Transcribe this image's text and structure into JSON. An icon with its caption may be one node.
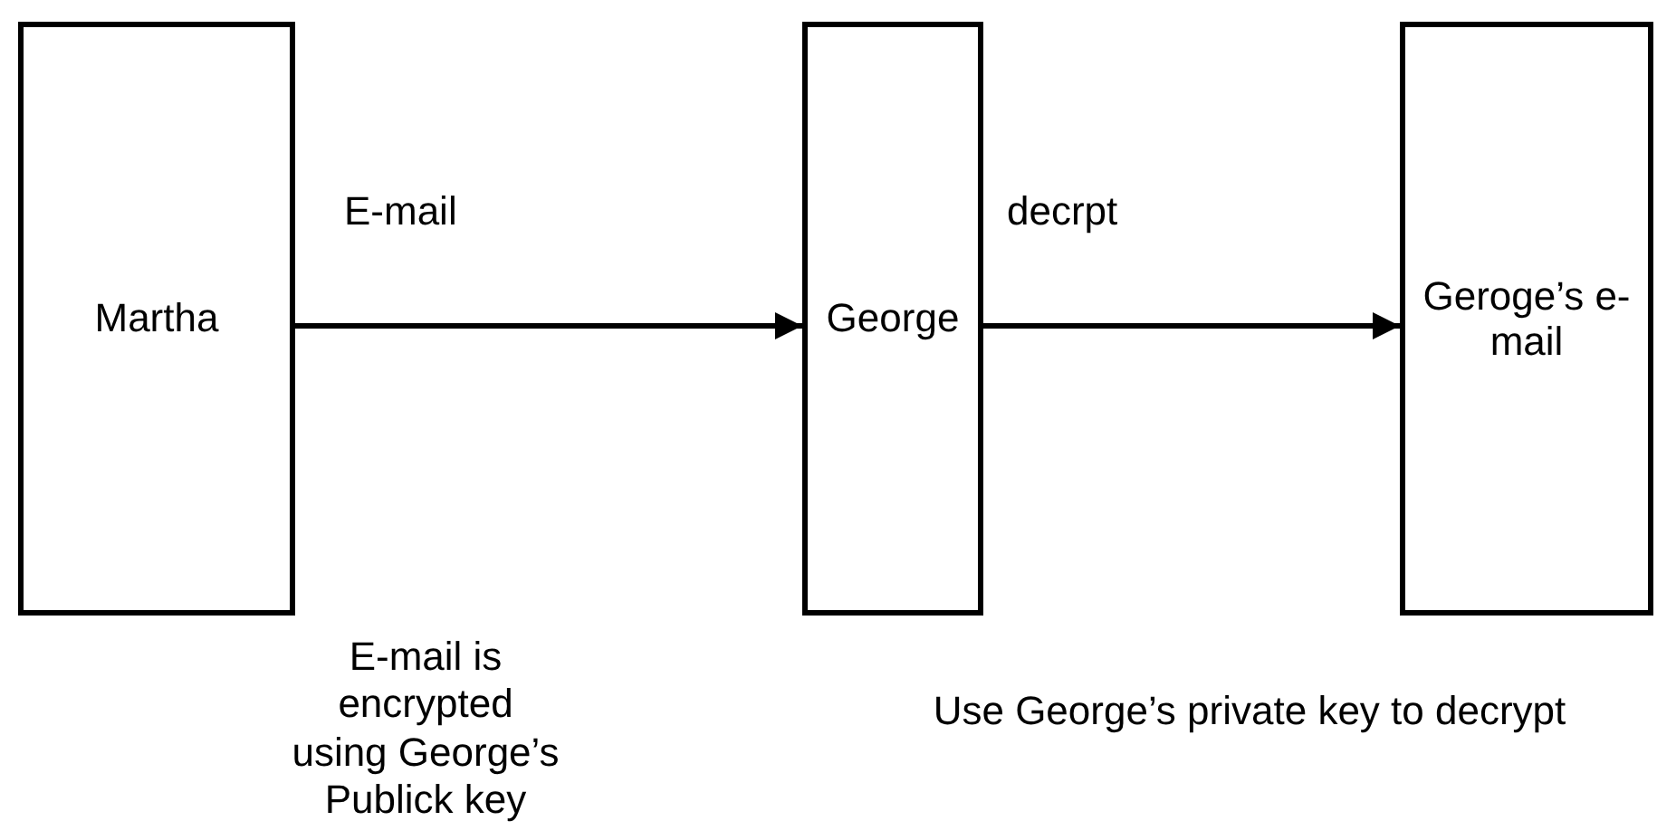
{
  "diagram": {
    "nodes": [
      {
        "text": [
          "Martha"
        ]
      },
      {
        "text": [
          "George"
        ]
      },
      {
        "text": [
          "Geroge’s e-mail"
        ]
      }
    ],
    "edges": [
      {
        "from": 0,
        "to": 1,
        "arrow": "to",
        "label": "E-mail"
      },
      {
        "from": 1,
        "to": 2,
        "arrow": "to",
        "label": "decrpt"
      }
    ],
    "labels": [
      "E-mail is encrypted using George’s Publick key",
      "Use George’s private key to decrypt"
    ]
  }
}
